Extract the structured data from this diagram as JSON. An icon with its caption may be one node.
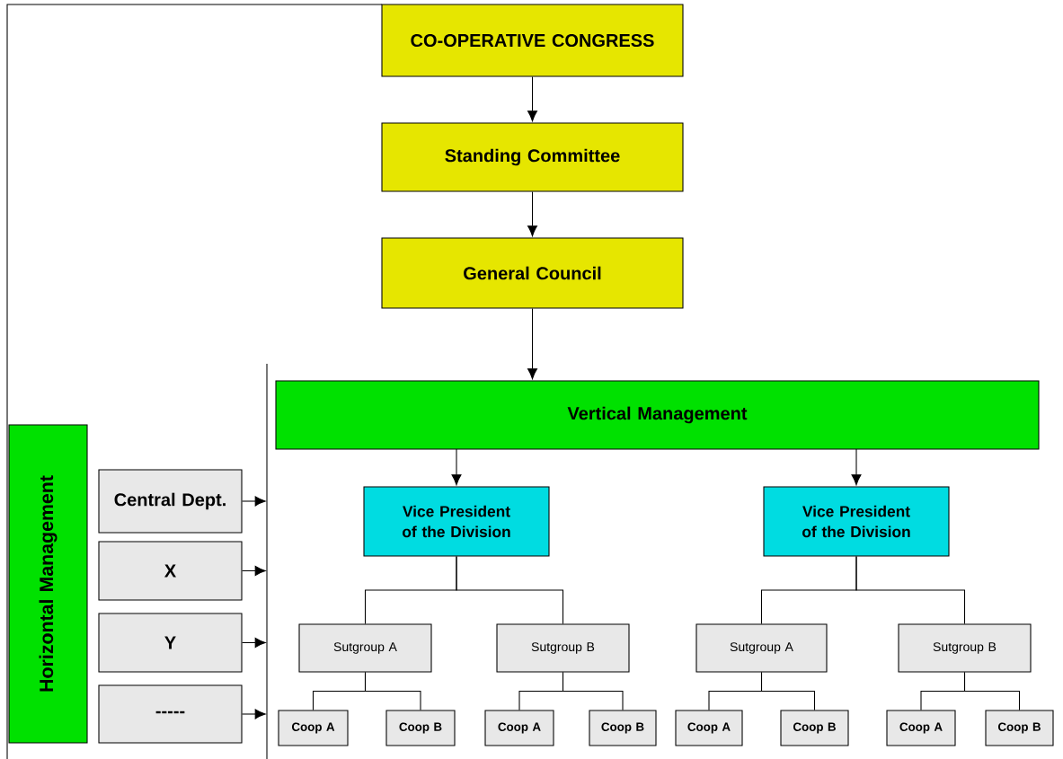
{
  "diagram": {
    "nodes": [
      {
        "text": [
          "CO-OPERATIVE CONGRESS"
        ]
      },
      {
        "text": [
          "Standing Committee"
        ]
      },
      {
        "text": [
          "General Council"
        ]
      },
      {
        "text": [
          "Vertical Management"
        ]
      },
      {
        "text": [
          "Vice President of the Division"
        ]
      },
      {
        "text": [
          "Vice President of the Division"
        ]
      },
      {
        "text": [
          "Sutgroup A"
        ]
      },
      {
        "text": [
          "Sutgroup B"
        ]
      },
      {
        "text": [
          "Sutgroup A"
        ]
      },
      {
        "text": [
          "Sutgroup B"
        ]
      },
      {
        "text": [
          "Coop A"
        ]
      },
      {
        "text": [
          "Coop B"
        ]
      },
      {
        "text": [
          "Coop A"
        ]
      },
      {
        "text": [
          "Coop B"
        ]
      },
      {
        "text": [
          "Coop A"
        ]
      },
      {
        "text": [
          "Coop B"
        ]
      },
      {
        "text": [
          "Coop A"
        ]
      },
      {
        "text": [
          "Coop B"
        ]
      },
      {
        "text": [
          "Horizontal Management"
        ]
      },
      {
        "text": [
          "Central Dept."
        ]
      },
      {
        "text": [
          "X"
        ]
      },
      {
        "text": [
          "Y"
        ]
      },
      {
        "text": [
          "-----"
        ]
      }
    ],
    "edges": [
      {
        "from": 0,
        "to": 1,
        "arrow": "to"
      },
      {
        "from": 1,
        "to": 2,
        "arrow": "to"
      },
      {
        "from": 2,
        "to": 3,
        "arrow": "to"
      },
      {
        "from": 3,
        "to": 4,
        "arrow": "to"
      },
      {
        "from": 3,
        "to": 5,
        "arrow": "to"
      },
      {
        "from": 4,
        "to": 6,
        "arrow": "none"
      },
      {
        "from": 4,
        "to": 7,
        "arrow": "none"
      },
      {
        "from": 5,
        "to": 8,
        "arrow": "none"
      },
      {
        "from": 5,
        "to": 9,
        "arrow": "none"
      },
      {
        "from": 6,
        "to": 10,
        "arrow": "none"
      },
      {
        "from": 6,
        "to": 11,
        "arrow": "none"
      },
      {
        "from": 7,
        "to": 12,
        "arrow": "none"
      },
      {
        "from": 7,
        "to": 13,
        "arrow": "none"
      },
      {
        "from": 8,
        "to": 14,
        "arrow": "none"
      },
      {
        "from": 8,
        "to": 15,
        "arrow": "none"
      },
      {
        "from": 9,
        "to": 16,
        "arrow": "none"
      },
      {
        "from": 9,
        "to": 17,
        "arrow": "none"
      },
      {
        "from": 19,
        "to": null,
        "arrow": "to"
      },
      {
        "from": 20,
        "to": null,
        "arrow": "to"
      },
      {
        "from": 21,
        "to": null,
        "arrow": "to"
      },
      {
        "from": 22,
        "to": null,
        "arrow": "to"
      }
    ]
  }
}
